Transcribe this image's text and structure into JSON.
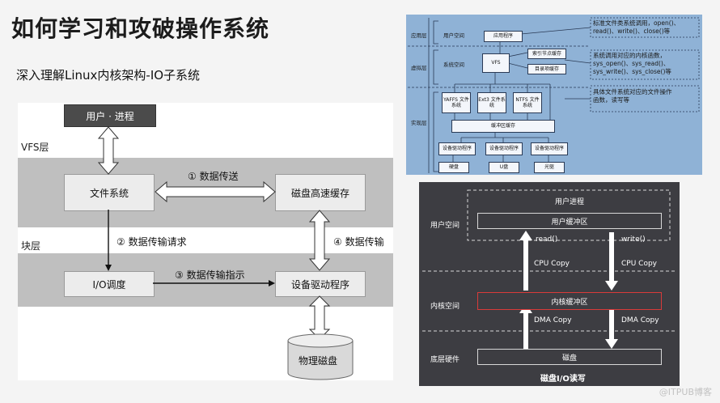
{
  "title": "如何学习和攻破操作系统",
  "subtitle": "深入理解Linux内核架构-IO子系统",
  "left": {
    "user_process": "用户 · 进程",
    "vfs_layer": "VFS层",
    "block_layer": "块层",
    "filesystem": "文件系统",
    "disk_cache": "磁盘高速缓存",
    "io_scheduler": "I/O调度",
    "device_driver": "设备驱动程序",
    "physical_disk": "物理磁盘",
    "step1": "① 数据传送",
    "step2": "② 数据传输请求",
    "step3": "③ 数据传输指示",
    "step4": "④ 数据传输"
  },
  "vfs": {
    "layers": [
      "应用层",
      "虚拟层",
      "实现层"
    ],
    "user_space": "用户空间",
    "system_space": "系统空间",
    "app": "应用程序",
    "vfs": "VFS",
    "inode_cache": "索引节点缓存",
    "dir_cache": "目录项缓存",
    "yaffs": "YAFFS 文件系统",
    "ext3": "Ext3 文件系统",
    "ntfs": "NTFS 文件系统",
    "buffer_cache": "缓冲区缓存",
    "driver": "设备驱动程序",
    "devices": [
      "硬盘",
      "U盘",
      "光驱"
    ],
    "note1": [
      "标准文件类系统调用，open()、",
      "read()、write()、close()等"
    ],
    "note2": [
      "系统调用对应的内核函数，",
      "sys_open()、sys_read()、",
      "sys_write()、sys_close()等"
    ],
    "note3": [
      "具体文件系统对应的文件操作",
      "函数，读写等"
    ]
  },
  "io": {
    "user_space": "用户空间",
    "kernel_space": "内核空间",
    "hardware": "底层硬件",
    "user_process": "用户进程",
    "user_buffer": "用户缓冲区",
    "kernel_buffer": "内核缓冲区",
    "disk": "磁盘",
    "read": "read()",
    "write": "write()",
    "cpu_copy_left": "CPU Copy",
    "cpu_copy_right": "CPU Copy",
    "dma_copy_left": "DMA Copy",
    "dma_copy_right": "DMA Copy",
    "caption": "磁盘I/O读写"
  },
  "watermark": "@ITPUB博客"
}
